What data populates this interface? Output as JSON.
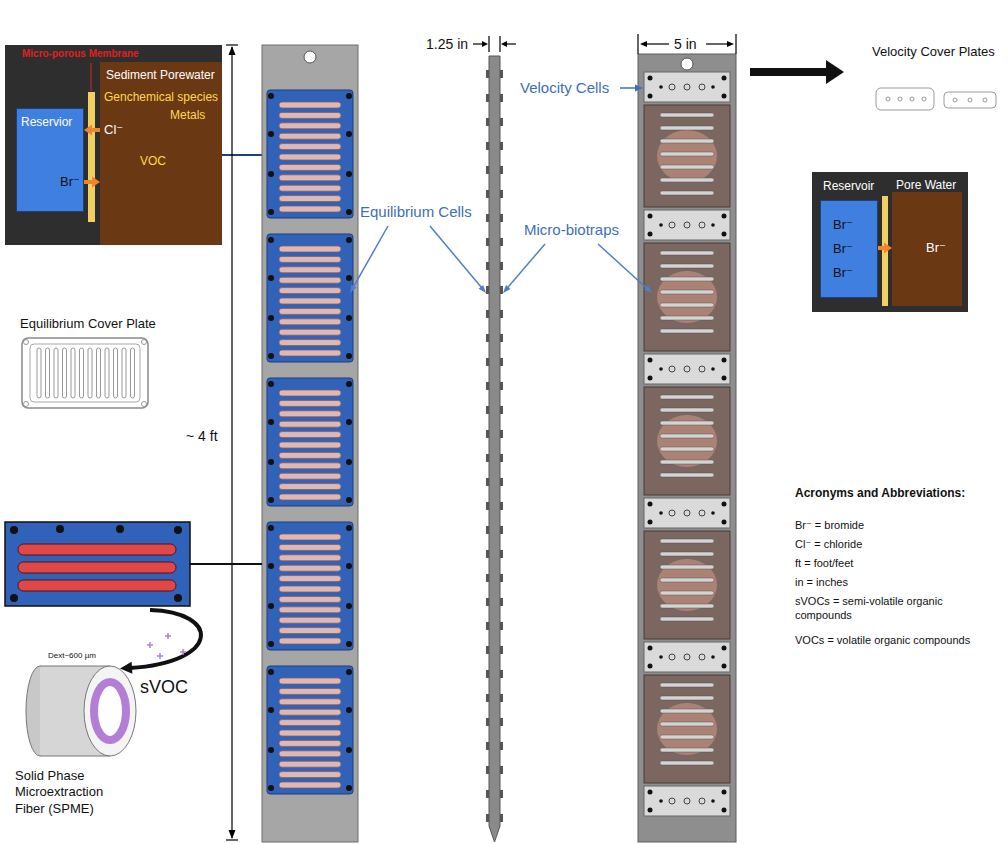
{
  "diagram": {
    "nodes": [
      {
        "text": [
          "Reservior"
        ]
      },
      {
        "text": [
          "Sediment Porewater",
          "Genchemical species",
          "Metals",
          "VOC"
        ]
      },
      {
        "text": [
          "Reservoir",
          "Br⁻",
          "Br⁻",
          "Br⁻"
        ]
      },
      {
        "text": [
          "Pore Water",
          "Br⁻"
        ]
      }
    ],
    "edges": [
      {
        "from": 1,
        "to": 0,
        "label": "Cl⁻",
        "arrow": "to"
      },
      {
        "from": 0,
        "to": 1,
        "label": "Br⁻",
        "arrow": "to"
      },
      {
        "from": 2,
        "to": 3,
        "arrow": "to"
      }
    ],
    "labels": [
      "Micro-porous Membrane",
      "1.25 in",
      "5 in",
      "Velocity Cells",
      "Velocity Cover Plates",
      "~ 4 ft",
      "Equilibrium Cells",
      "Micro-biotraps",
      "Equilibrium Cover Plate",
      "sVOC",
      "Dext~600 µm",
      "Solid Phase Microextraction Fiber (SPME)",
      "Acronyms and Abbreviations:",
      "Br⁻ = bromide",
      "Cl⁻ = chloride",
      "ft = foot/feet",
      "in = inches",
      "sVOCs = semi-volatile organic compounds",
      "VOCs = volatile organic compounds"
    ]
  }
}
